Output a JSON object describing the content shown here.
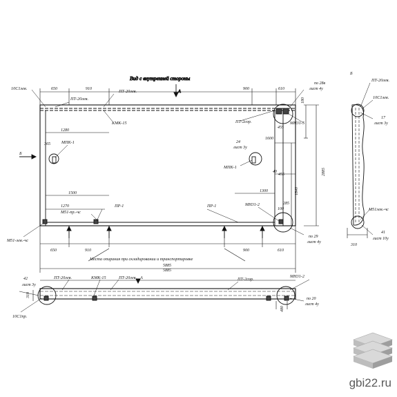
{
  "titles": {
    "front_view": "Вид с внутренней стороны",
    "section_b": "Б",
    "section_a": "А",
    "section_b_left": "Б"
  },
  "supports_note": "Места опирания при складировании и транспортировке",
  "labels": {
    "l10c1_top": "10С1лев.",
    "pt20_top": "ПТ-20лев.",
    "pt20_mid": "ПТ-20лев.",
    "kmk15": "КМК-15",
    "pt20sop": "ПТ-2сор.",
    "mn31_5": "МН31-5",
    "mpk1_left": "МПК-1",
    "mpk1_right": "МПК-1",
    "m51_chs": "М51-пр.-чс",
    "pr1_left": "ПР-1",
    "pr1_right": "ПР-1",
    "m51_lev": "М51-лев.-чс",
    "mn31_2": "МН31-2",
    "pt20_right_b": "ПТ-20лев.",
    "l10c1_right": "10С1лев.",
    "m51_right": "М51лев.-чс",
    "pt20_bottom1": "ПТ-20лев.",
    "kmk15_bottom": "КМК-15",
    "pt20_bottom2": "ПТ-20лев.",
    "pt20sop_bottom": "ПТ-2сор.",
    "mn31_2_bottom": "МН31-2",
    "l10c1_bottom": "10С1пр."
  },
  "callouts": {
    "c28": "по 28в",
    "c28b": "лист 4у",
    "c17": "17",
    "c17b": "лист 3у",
    "c24": "24",
    "c24b": "лист 3у",
    "c29": "по 29",
    "c29b": "лист 4у",
    "c41": "41",
    "c41b": "лист 10у",
    "c42": "42",
    "c42b": "лист 3у",
    "c20": "по 20",
    "c20b": "лист 4у"
  },
  "dimensions": {
    "d650_top": "650",
    "d910_top": "910",
    "d900_top": "900",
    "d610_top": "610",
    "d1280": "1280",
    "d365": "365",
    "d1500": "1500",
    "d1270": "1270",
    "d650_bot": "650",
    "d910_bot": "910",
    "d900_bot": "900",
    "d610_bot": "610",
    "d5885": "5885",
    "d2885": "2885",
    "d1600": "1600",
    "d1300": "1300",
    "d1840": "1840",
    "d180": "180",
    "d40": "40",
    "d455": "455",
    "d285": "285",
    "d100": "100",
    "d310_right": "310",
    "d310_left": "310",
    "d480": "480",
    "d5885_bot": "5885"
  },
  "brand": "gbi22.ru"
}
